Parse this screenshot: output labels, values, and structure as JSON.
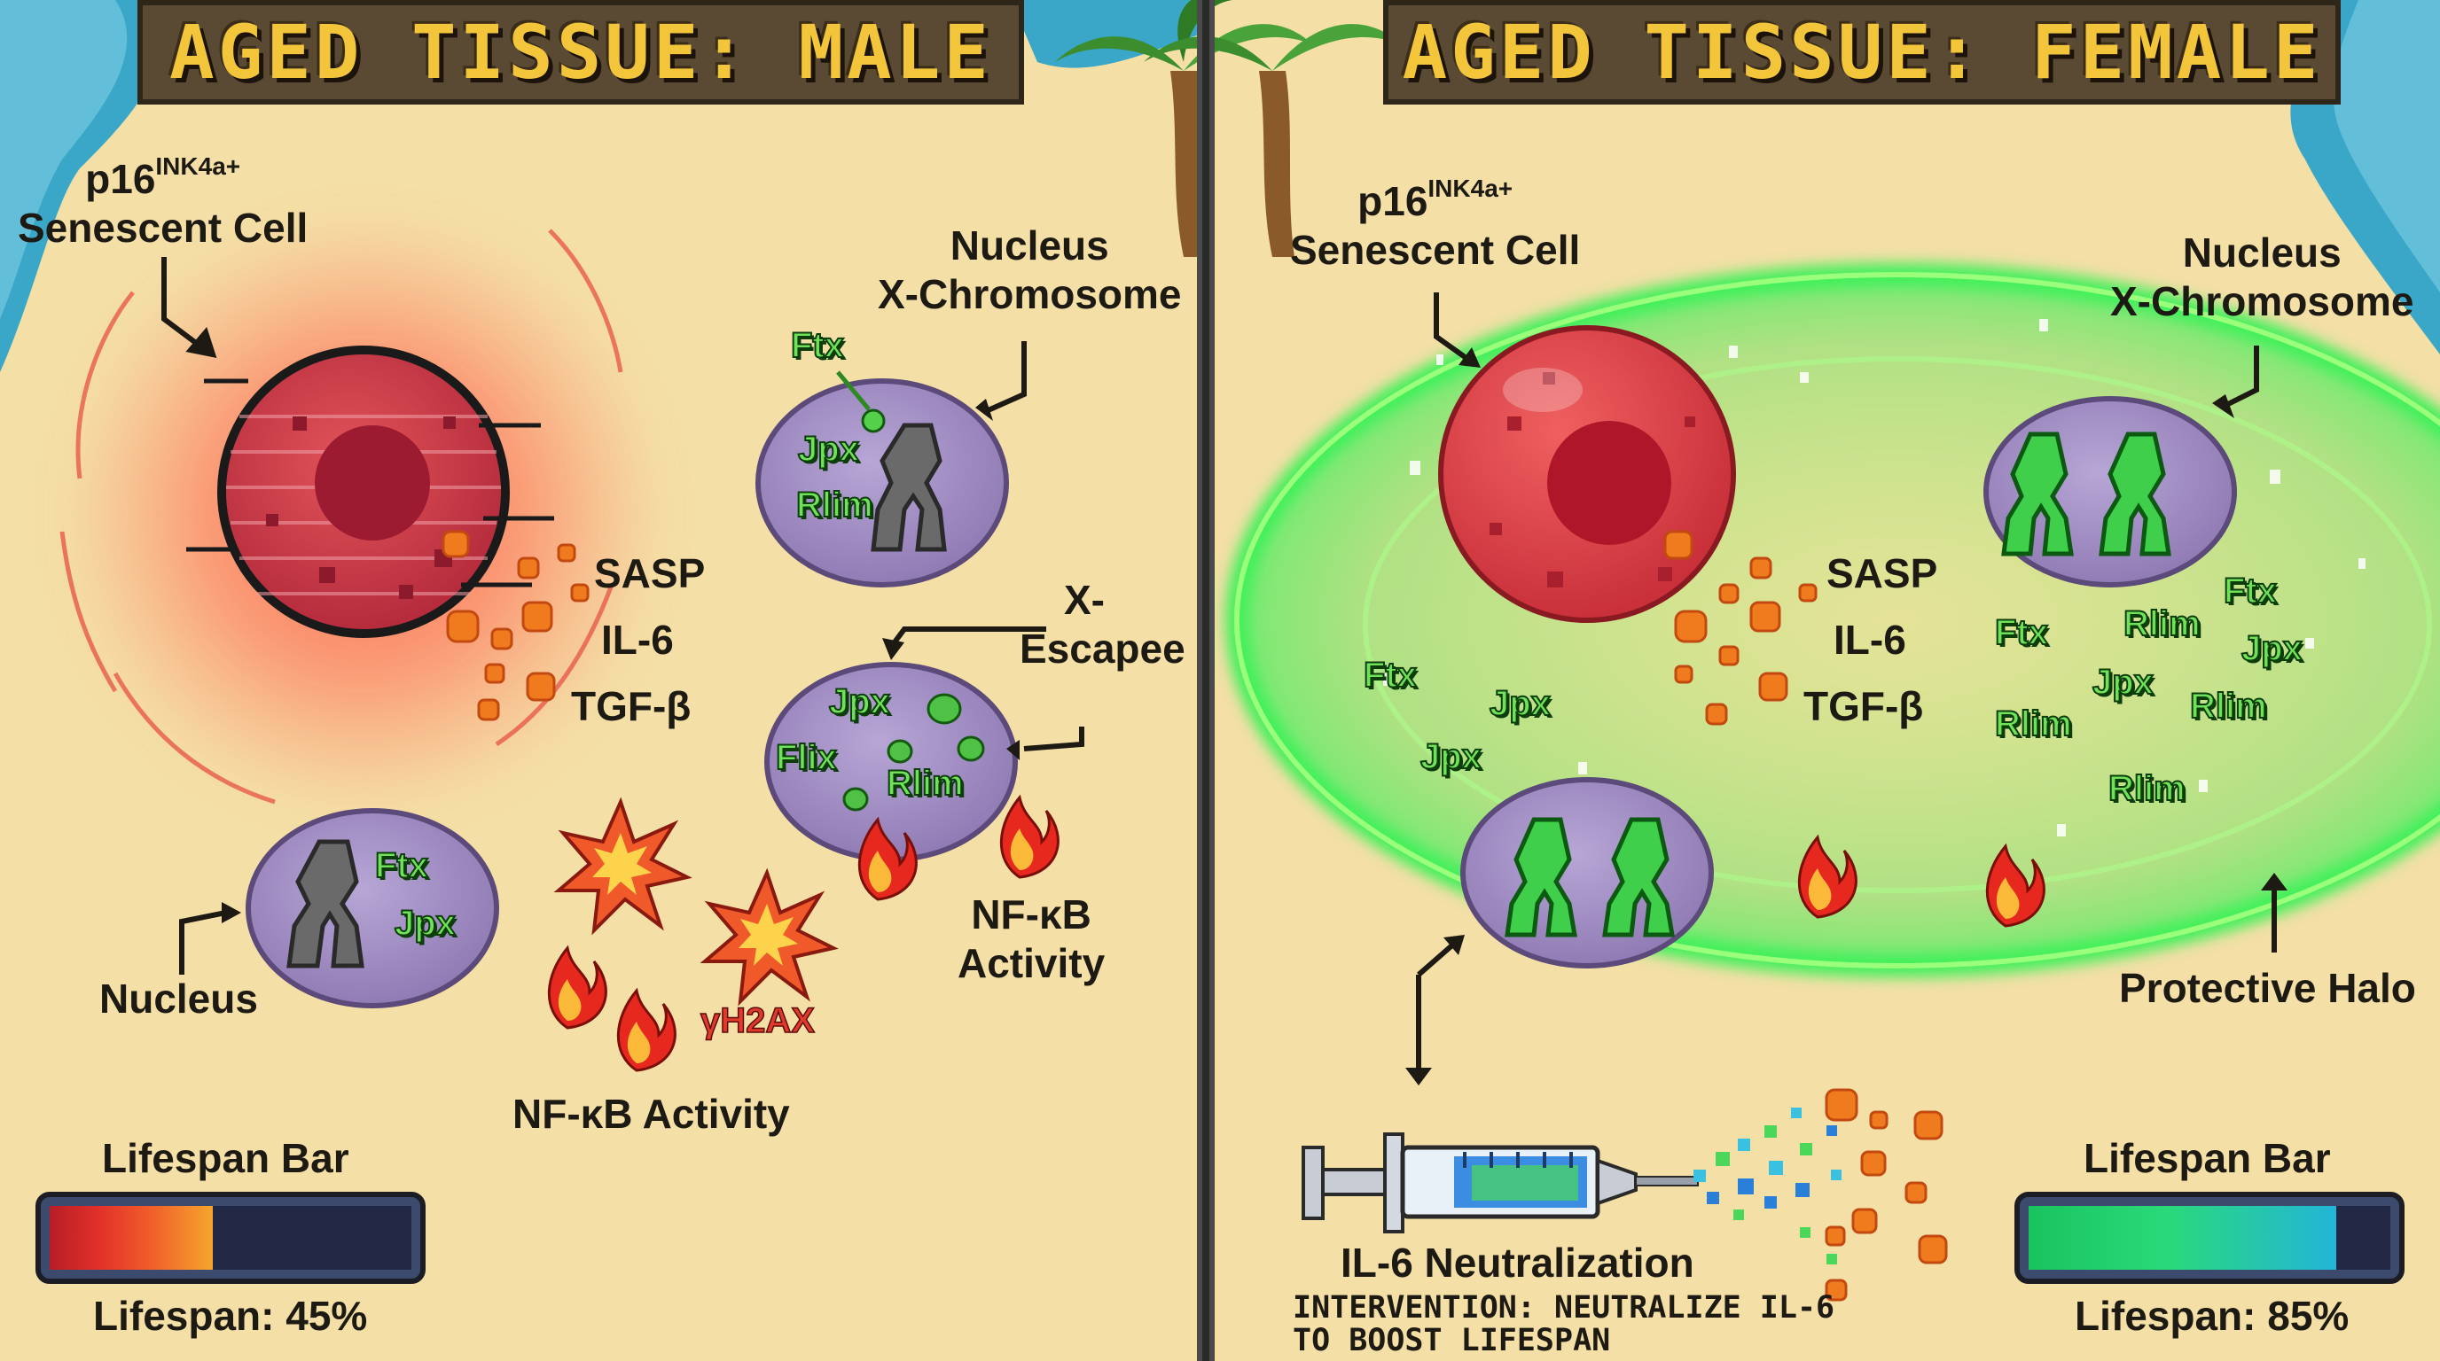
{
  "male": {
    "title": "AGED TISSUE: MALE",
    "senescent_label_line1": "p16",
    "senescent_label_sup": "INK4a+",
    "senescent_label_line2": "Senescent Cell",
    "nucleus_label_line1": "Nucleus",
    "nucleus_label_line2": "X-Chromosome",
    "nucleus_genes": [
      "Ftx",
      "Jpx",
      "Rlim"
    ],
    "escapee_label_line1": "X-",
    "escapee_label_line2": "Escapee",
    "escapee_genes": [
      "Jpx",
      "Flix",
      "Rlim"
    ],
    "nucleus2_label": "Nucleus",
    "nucleus2_genes": [
      "Ftx",
      "Jpx"
    ],
    "sasp": [
      "SASP",
      "IL-6",
      "TGF-β"
    ],
    "nfkb_label_right_line1": "NF-κB",
    "nfkb_label_right_line2": "Activity",
    "nfkb_label_bottom": "NF-κB Activity",
    "damage_label": "γH2AX",
    "lifespan_bar_label": "Lifespan Bar",
    "lifespan_text": "Lifespan: 45%",
    "lifespan_value": 0.45
  },
  "female": {
    "title": "AGED TISSUE: FEMALE",
    "senescent_label_line1": "p16",
    "senescent_label_sup": "INK4a+",
    "senescent_label_line2": "Senescent Cell",
    "nucleus_label_line1": "Nucleus",
    "nucleus_label_line2": "X-Chromosome",
    "sasp": [
      "SASP",
      "IL-6",
      "TGF-β"
    ],
    "halo_genes": [
      "Ftx",
      "Jpx",
      "Jpx",
      "Ftx",
      "Rlim",
      "Ftx",
      "Jpx",
      "Jpx",
      "Rlim",
      "Rlim",
      "Rlim"
    ],
    "halo_label": "Protective Halo",
    "intervention_label": "IL-6 Neutralization",
    "intervention_note_line1": "INTERVENTION: NEUTRALIZE IL-6",
    "intervention_note_line2": "TO BOOST LIFESPAN",
    "lifespan_bar_label": "Lifespan Bar",
    "lifespan_text": "Lifespan: 85%",
    "lifespan_value": 0.85
  },
  "colors": {
    "sand": "#f4dfa6",
    "ocean": "#3aa6c8",
    "nucleus_purple": "#a995c6",
    "halo_green": "#3ff05a",
    "senescent_red": "#d93a3a"
  }
}
